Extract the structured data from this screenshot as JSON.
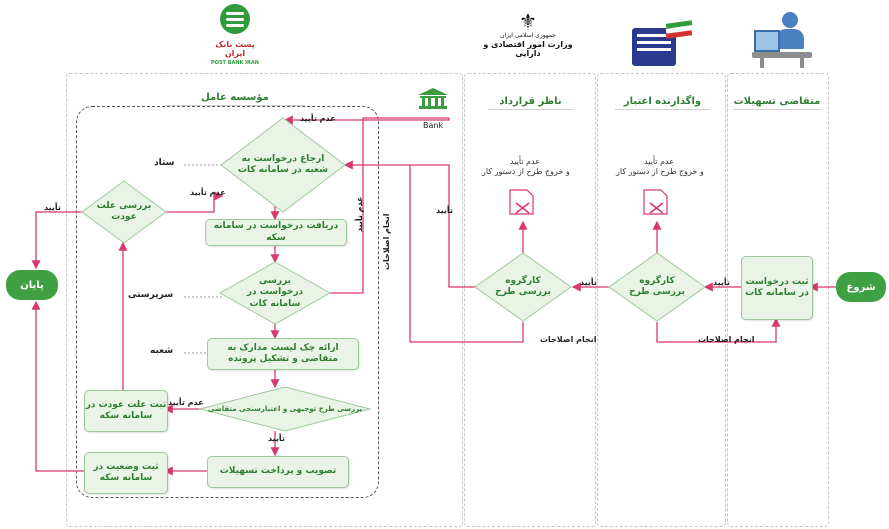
{
  "lanes": {
    "institution": "مؤسسه عامل",
    "supervisor": "ناظر قرارداد",
    "grantor": "واگذارنده اعتبار",
    "applicant": "متقاضی تسهیلات"
  },
  "logos": {
    "postbank_fa": "پست بانک ایران",
    "postbank_en": "POST BANK IRAN",
    "ministry_top": "جمهوری اسلامی ایران",
    "ministry_name": "وزارت امور اقتصادی و دارایی",
    "bank_label": "Bank"
  },
  "nodes": {
    "start": "شروع",
    "end": "پایان",
    "register_request": "ثبت درخواست در سامانه کات",
    "committee_grantor": "کارگروه بررسی طرح",
    "committee_supervisor": "کارگروه بررسی طرح",
    "refer_request": "ارجاع درخواست به شعبه در سامانه کات",
    "receive_request": "دریافت درخواست در سامانه سکه",
    "review_request": "بررسی درخواست در سامانه کات",
    "checklist": "ارائه چک لیست مدارک به متقاضی و تشکیل پرونده",
    "feasibility": "بررسی طرح توجیهی و اعتبارسنجی متقاضی",
    "approve_pay": "تصویب و پرداخت تسهیلات",
    "return_cause": "بررسی علت عودت",
    "record_return": "ثبت علت عودت در سامانه سکه",
    "record_status": "ثبت وضعیت در سامانه سکه"
  },
  "side_labels": {
    "hq": "ستاد",
    "supervision": "سرپرستی",
    "branch": "شعبه"
  },
  "edge_labels": {
    "approve": "تأیید",
    "reject": "عدم تأیید",
    "corrections": "انجام اصلاحات"
  },
  "notes": {
    "reject_title": "عدم تأیید",
    "reject_exit": "و خروج طرح از دستور کار"
  },
  "colors": {
    "flow_red": "#d9386a",
    "green_dark": "#2f7d32",
    "green_fill": "#e9f4e6",
    "pill_green": "#3fa043",
    "ministry_blue": "#2a3b8f"
  }
}
